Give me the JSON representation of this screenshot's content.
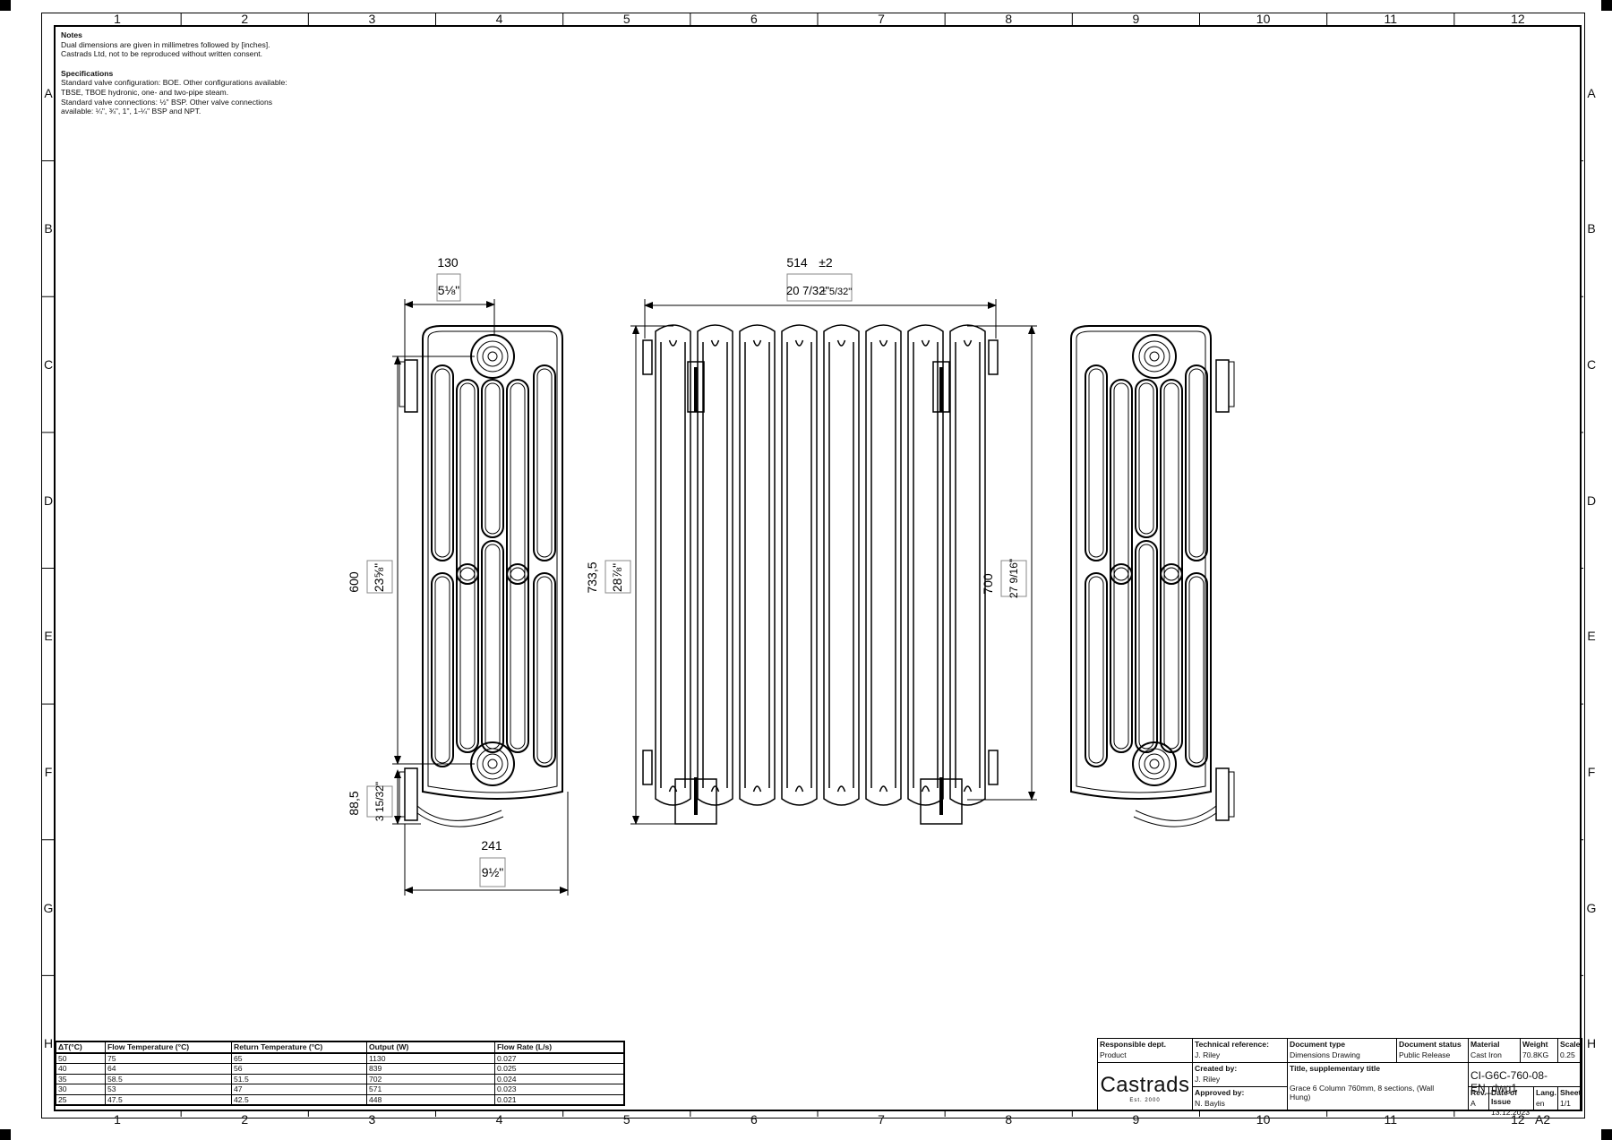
{
  "sheet": {
    "columns": [
      "1",
      "2",
      "3",
      "4",
      "5",
      "6",
      "7",
      "8",
      "9",
      "10",
      "11",
      "12"
    ],
    "rows": [
      "A",
      "B",
      "C",
      "D",
      "E",
      "F",
      "G",
      "H"
    ]
  },
  "notes": {
    "heading": "Notes",
    "line1": "Dual dimensions are given in millimetres followed by [inches].",
    "line2": "Castrads Ltd, not to be reproduced without written consent."
  },
  "specifications": {
    "heading": "Specifications",
    "line1": "Standard valve configuration: BOE. Other configurations available:",
    "line2": "TBSE, TBOE hydronic, one- and two-pipe steam.",
    "line3": "Standard valve connections: ½\" BSP. Other valve connections",
    "line4": "available: ¼\", ¾\", 1\", 1-¼\" BSP and NPT."
  },
  "dimensions": {
    "side_depth_mm": "130",
    "side_depth_in": "5⅛\"",
    "front_width_mm": "514",
    "front_width_tol": "±2",
    "front_width_in": "20 7/32\"",
    "front_width_in_tol": "± 5/32\"",
    "centres_mm": "600",
    "centres_in": "23⅝\"",
    "height_mm": "733,5",
    "height_in": "28⅞\"",
    "height2_mm": "700",
    "height2_in": "27 9/16\"",
    "floor_mm": "88,5",
    "floor_in": "3 15/32\"",
    "bracket_depth_mm": "241",
    "bracket_depth_in": "9½\""
  },
  "performance_table": {
    "headers": [
      "ΔT(°C)",
      "Flow Temperature (°C)",
      "Return Temperature (°C)",
      "Output (W)",
      "Flow Rate (L/s)"
    ],
    "rows": [
      [
        "50",
        "75",
        "65",
        "1130",
        "0.027"
      ],
      [
        "40",
        "64",
        "56",
        "839",
        "0.025"
      ],
      [
        "35",
        "58.5",
        "51.5",
        "702",
        "0.024"
      ],
      [
        "30",
        "53",
        "47",
        "571",
        "0.023"
      ],
      [
        "25",
        "47.5",
        "42.5",
        "448",
        "0.021"
      ]
    ]
  },
  "title_block": {
    "responsible_dept_label": "Responsible dept.",
    "responsible_dept": "Product",
    "tech_ref_label": "Technical reference:",
    "tech_ref": "J. Riley",
    "doc_type_label": "Document type",
    "doc_type": "Dimensions Drawing",
    "doc_status_label": "Document status",
    "doc_status": "Public Release",
    "material_label": "Material",
    "material": "Cast Iron",
    "weight_label": "Weight",
    "weight": "70.8KG",
    "scale_label": "Scale",
    "scale": "0.25",
    "logo": "Castrads",
    "logo_sub": "Est. 2000",
    "created_by_label": "Created by:",
    "created_by": "J. Riley",
    "approved_by_label": "Approved by:",
    "approved_by": "N. Baylis",
    "title_label": "Title, supplementary title",
    "title": "Grace 6 Column 760mm, 8 sections, (Wall Hung)",
    "drawing_no": "CI-G6C-760-08-EN_dwg1",
    "rev_label": "Rev.",
    "rev": "A",
    "date_label": "Date of Issue",
    "date": "13.12.2023",
    "lang_label": "Lang.",
    "lang": "en",
    "sheet_label": "Sheet",
    "sheet": "1/1",
    "paper_size": "A2"
  }
}
